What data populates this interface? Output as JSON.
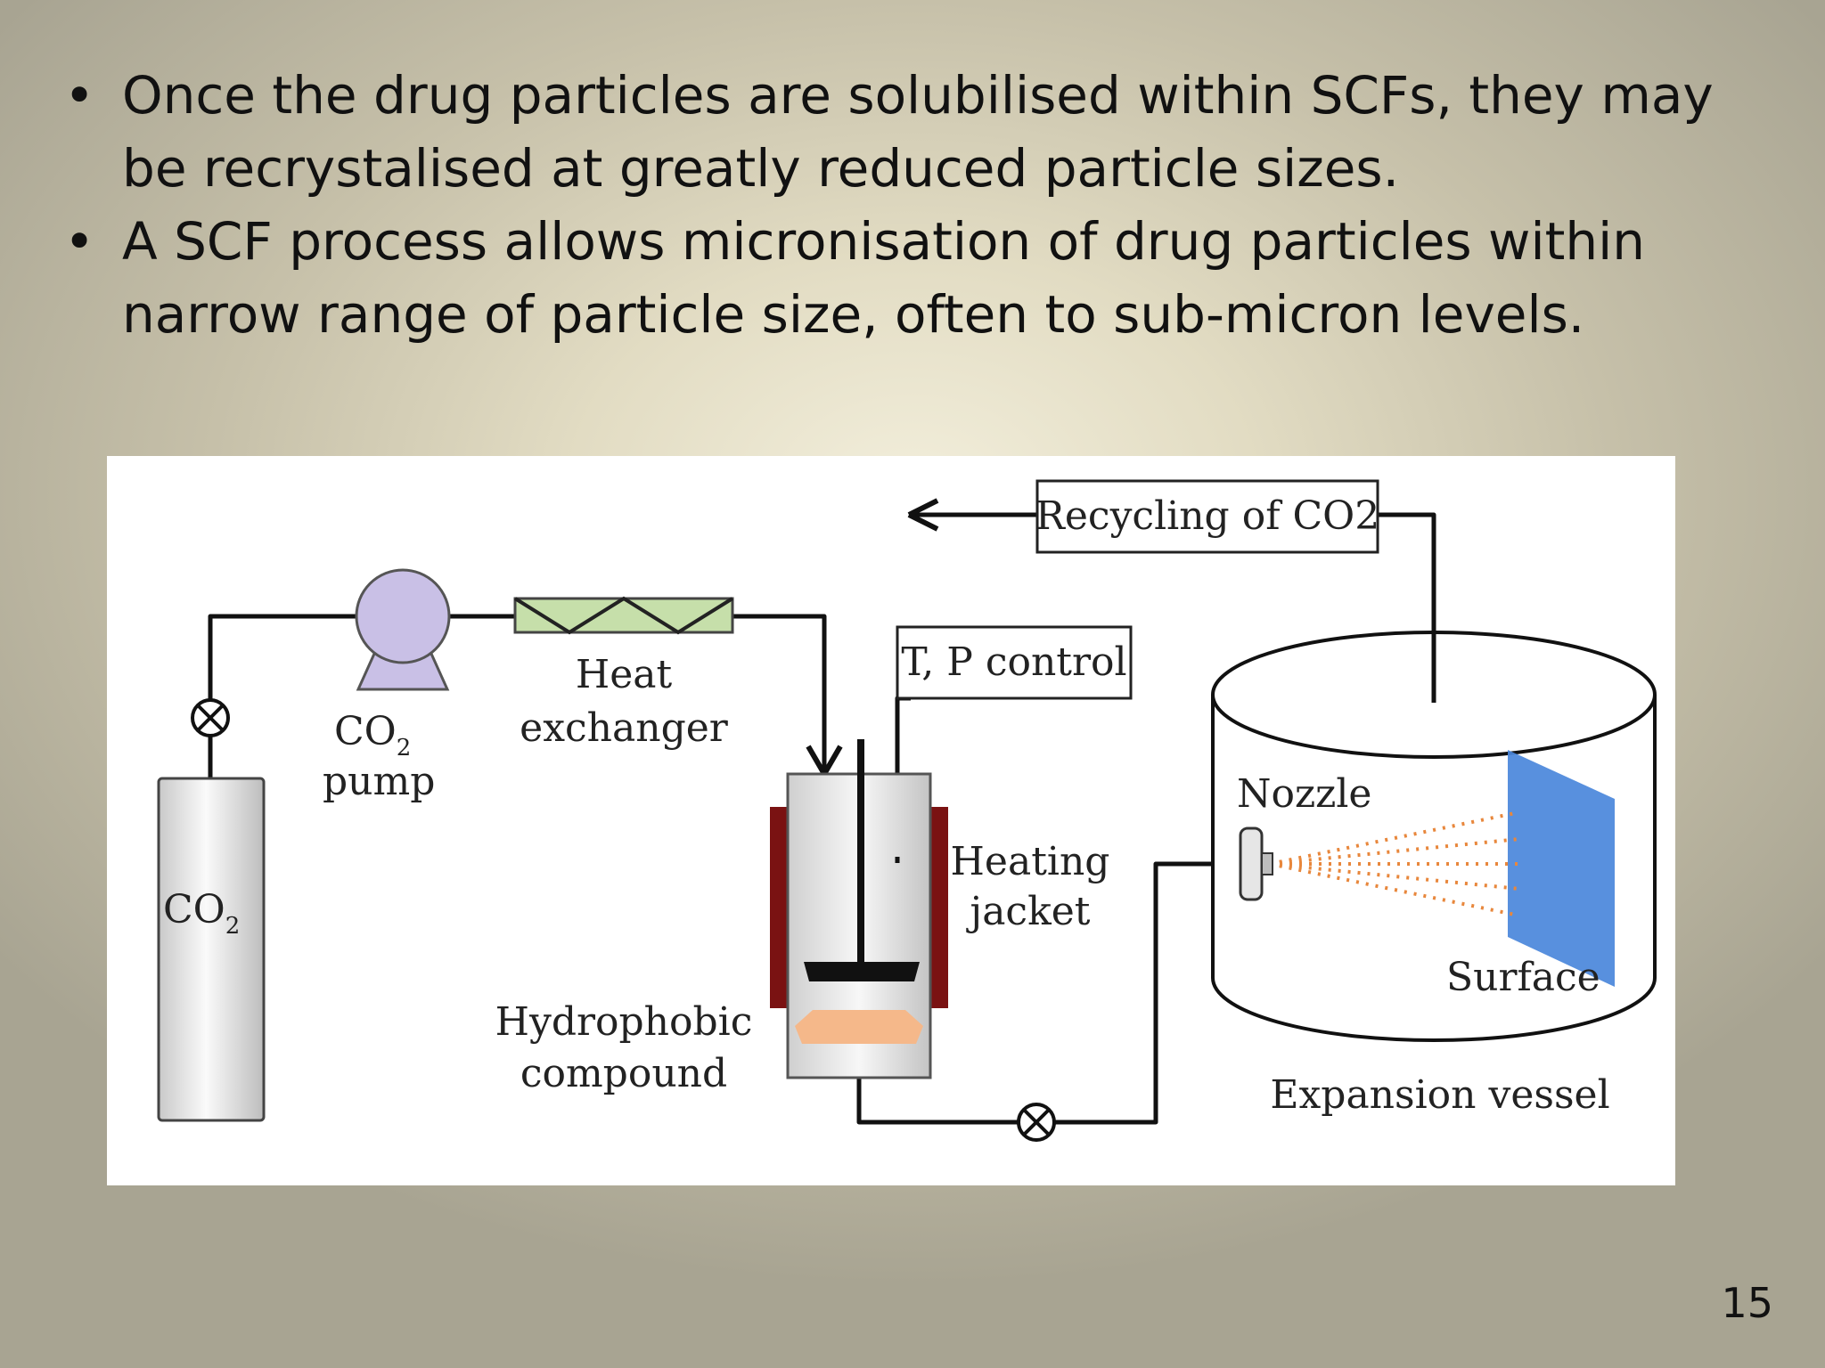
{
  "slide": {
    "bullets": [
      "Once the drug particles are solubilised within SCFs, they may be recrystalised at  greatly reduced particle sizes.",
      "A SCF process allows micronisation of drug particles within narrow range of particle size, often to sub-micron levels."
    ],
    "bullet_symbol": "•",
    "page_number": "15"
  },
  "diagram": {
    "recycling_label": "Recycling of CO2",
    "tp_control_label": "T, P control",
    "heat_exchanger_line1": "Heat",
    "heat_exchanger_line2": "exchanger",
    "pump_label_co": "CO",
    "pump_label_sub": "2",
    "pump_label_line2": "pump",
    "cylinder_label_co": "CO",
    "cylinder_label_sub": "2",
    "heating_jacket_line1": "Heating",
    "heating_jacket_line2": "jacket",
    "hydrophobic_line1": "Hydrophobic",
    "hydrophobic_line2": "compound",
    "nozzle_label": "Nozzle",
    "surface_label": "Surface",
    "vessel_label": "Expansion vessel"
  },
  "colors": {
    "pump_fill": "#c9c0e6",
    "heat_exchanger_fill": "#c6dfaa",
    "jacket_fill": "#7a1212",
    "compound_fill": "#f5b88a",
    "surface_fill": "#4a87db",
    "spray_color": "#e8873c"
  }
}
